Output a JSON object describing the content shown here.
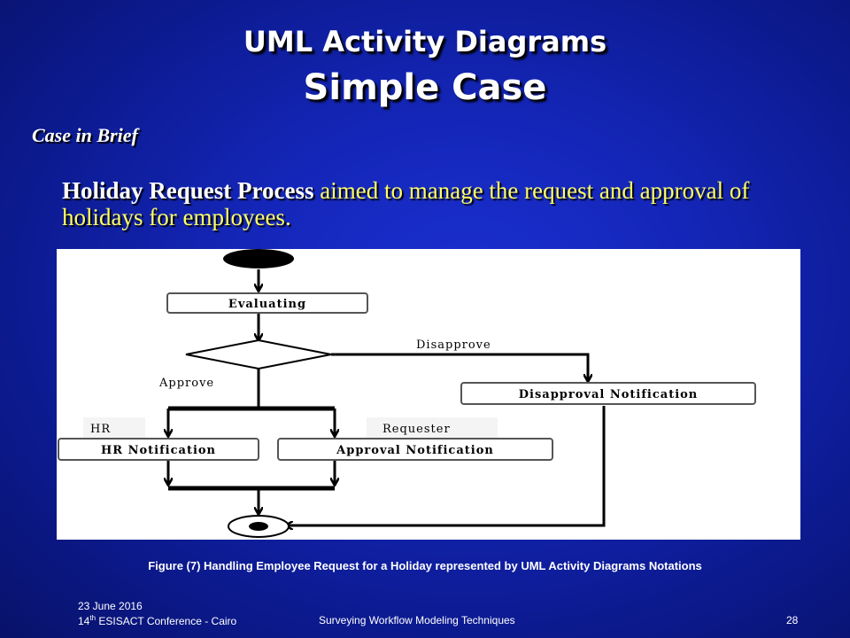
{
  "slide": {
    "title_line1": "UML Activity Diagrams",
    "title_line2": "Simple Case",
    "subheading": "Case in Brief",
    "body_bold": "Holiday Request Process",
    "body_rest": " aimed to manage the request and approval of holidays for employees.",
    "caption": "Figure (7) Handling Employee Request for a Holiday represented by UML Activity Diagrams Notations"
  },
  "diagram": {
    "activities": {
      "evaluating": "Evaluating",
      "disapproval": "Disapproval Notification",
      "hr": "HR Notification",
      "approval": "Approval Notification"
    },
    "labels": {
      "disapprove": "Disapprove",
      "approve": "Approve",
      "hr_lane": "HR",
      "requester_lane": "Requester"
    }
  },
  "footer": {
    "date": "23 June 2016",
    "conf_num": "14",
    "conf_sup": "th",
    "conf_rest": " ESISACT Conference - Cairo",
    "center": "Surveying Workflow Modeling Techniques",
    "page": "28"
  },
  "colors": {
    "background": "#1426b8",
    "body_text": "#ffff66",
    "title_text": "#ffffff"
  }
}
